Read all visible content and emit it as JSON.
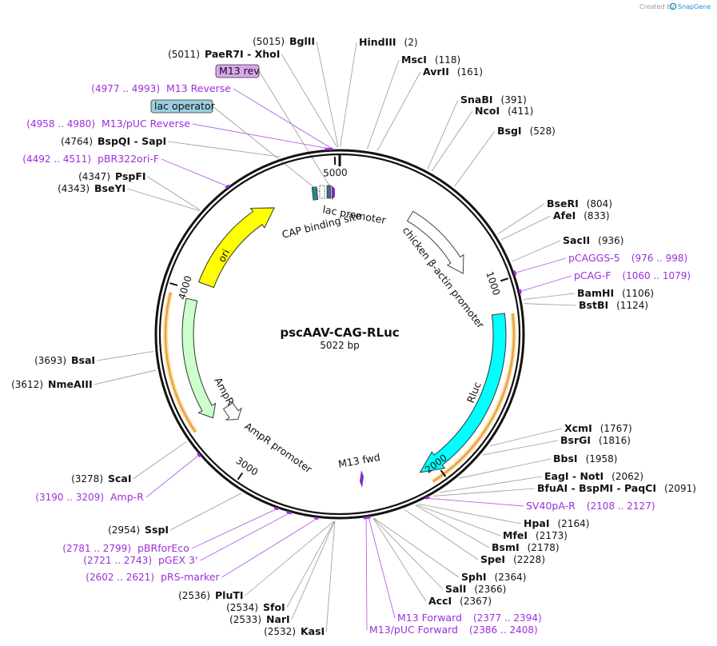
{
  "credit": {
    "created_by": "Created by",
    "brand": "SnapGene"
  },
  "plasmid": {
    "name": "pscAAV-CAG-RLuc",
    "size_label": "5022 bp",
    "length": 5022
  },
  "colors": {
    "ori": "#ffff00",
    "rluc": "#00ffff",
    "ampr": "#ccffcc",
    "ampr_promoter": "#ffffff",
    "chicken_promoter": "#ffffff",
    "lac_operator": "#9ccfe0",
    "lac_promoter": "#3a6f7a",
    "cap_site": "#2f7f8c",
    "m13rev_badge": "#d9a6ee",
    "primer": "#9b30d9",
    "orf_band": "#d47a00"
  },
  "ticks": [
    {
      "bp": 1000,
      "label": "1000"
    },
    {
      "bp": 2000,
      "label": "2000"
    },
    {
      "bp": 3000,
      "label": "3000"
    },
    {
      "bp": 4000,
      "label": "4000"
    },
    {
      "bp": 5000,
      "label": "5000"
    }
  ],
  "sites": [
    {
      "bp": 2,
      "name": "HindIII",
      "pos": "(2)"
    },
    {
      "bp": 118,
      "name": "MscI",
      "pos": "(118)"
    },
    {
      "bp": 161,
      "name": "AvrII",
      "pos": "(161)"
    },
    {
      "bp": 391,
      "name": "SnaBI",
      "pos": "(391)"
    },
    {
      "bp": 411,
      "name": "NcoI",
      "pos": "(411)"
    },
    {
      "bp": 528,
      "name": "BsgI",
      "pos": "(528)"
    },
    {
      "bp": 804,
      "name": "BseRI",
      "pos": "(804)"
    },
    {
      "bp": 833,
      "name": "AfeI",
      "pos": "(833)"
    },
    {
      "bp": 936,
      "name": "SacII",
      "pos": "(936)"
    },
    {
      "bp": 1106,
      "name": "BamHI",
      "pos": "(1106)"
    },
    {
      "bp": 1124,
      "name": "BstBI",
      "pos": "(1124)"
    },
    {
      "bp": 1767,
      "name": "XcmI",
      "pos": "(1767)"
    },
    {
      "bp": 1816,
      "name": "BsrGI",
      "pos": "(1816)"
    },
    {
      "bp": 1958,
      "name": "BbsI",
      "pos": "(1958)"
    },
    {
      "bp": 2062,
      "name": "EagI - NotI",
      "pos": "(2062)"
    },
    {
      "bp": 2091,
      "name": "BfuAI - BspMI - PaqCI",
      "pos": "(2091)"
    },
    {
      "bp": 2164,
      "name": "HpaI",
      "pos": "(2164)"
    },
    {
      "bp": 2173,
      "name": "MfeI",
      "pos": "(2173)"
    },
    {
      "bp": 2178,
      "name": "BsmI",
      "pos": "(2178)"
    },
    {
      "bp": 2228,
      "name": "SpeI",
      "pos": "(2228)"
    },
    {
      "bp": 2364,
      "name": "SphI",
      "pos": "(2364)"
    },
    {
      "bp": 2366,
      "name": "SalI",
      "pos": "(2366)"
    },
    {
      "bp": 2367,
      "name": "AccI",
      "pos": "(2367)"
    },
    {
      "bp": 2532,
      "name": "KasI",
      "pos": "(2532)"
    },
    {
      "bp": 2533,
      "name": "NarI",
      "pos": "(2533)"
    },
    {
      "bp": 2534,
      "name": "SfoI",
      "pos": "(2534)"
    },
    {
      "bp": 2536,
      "name": "PluTI",
      "pos": "(2536)"
    },
    {
      "bp": 2954,
      "name": "SspI",
      "pos": "(2954)"
    },
    {
      "bp": 3278,
      "name": "ScaI",
      "pos": "(3278)"
    },
    {
      "bp": 3612,
      "name": "NmeAIII",
      "pos": "(3612)"
    },
    {
      "bp": 3693,
      "name": "BsaI",
      "pos": "(3693)"
    },
    {
      "bp": 4343,
      "name": "BseYI",
      "pos": "(4343)"
    },
    {
      "bp": 4347,
      "name": "PspFI",
      "pos": "(4347)"
    },
    {
      "bp": 4764,
      "name": "BspQI - SapI",
      "pos": "(4764)"
    },
    {
      "bp": 5011,
      "name": "PaeR7I - XhoI",
      "pos": "(5011)"
    },
    {
      "bp": 5015,
      "name": "BglII",
      "pos": "(5015)"
    }
  ],
  "primers": [
    {
      "start": 976,
      "end": 998,
      "name": "pCAGGS-5",
      "pos": "(976 .. 998)"
    },
    {
      "start": 1060,
      "end": 1079,
      "name": "pCAG-F",
      "pos": "(1060 .. 1079)"
    },
    {
      "start": 2108,
      "end": 2127,
      "name": "SV40pA-R",
      "pos": "(2108 .. 2127)"
    },
    {
      "start": 2377,
      "end": 2394,
      "name": "M13 Forward",
      "pos": "(2377 .. 2394)"
    },
    {
      "start": 2386,
      "end": 2408,
      "name": "M13/pUC Forward",
      "pos": "(2386 .. 2408)"
    },
    {
      "start": 2602,
      "end": 2621,
      "name": "pRS-marker",
      "pos": "(2602 .. 2621)"
    },
    {
      "start": 2721,
      "end": 2743,
      "name": "pGEX 3'",
      "pos": "(2721 .. 2743)"
    },
    {
      "start": 2781,
      "end": 2799,
      "name": "pBRforEco",
      "pos": "(2781 .. 2799)"
    },
    {
      "start": 3190,
      "end": 3209,
      "name": "Amp-R",
      "pos": "(3190 .. 3209)"
    },
    {
      "start": 4492,
      "end": 4511,
      "name": "pBR322ori-F",
      "pos": "(4492 .. 4511)"
    },
    {
      "start": 4958,
      "end": 4980,
      "name": "M13/pUC Reverse",
      "pos": "(4958 .. 4980)"
    },
    {
      "start": 4977,
      "end": 4993,
      "name": "M13 Reverse",
      "pos": "(4977 .. 4993)"
    }
  ],
  "features": {
    "chicken_promoter": "chicken β-actin promoter",
    "rluc": "Rluc",
    "m13_fwd": "M13 fwd",
    "ampr_promoter": "AmpR promoter",
    "ampr": "AmpR",
    "ori": "ori",
    "cap_site": "CAP binding site",
    "lac_promoter": "lac promoter",
    "lac_operator": "lac operator",
    "m13_rev": "M13 rev"
  }
}
